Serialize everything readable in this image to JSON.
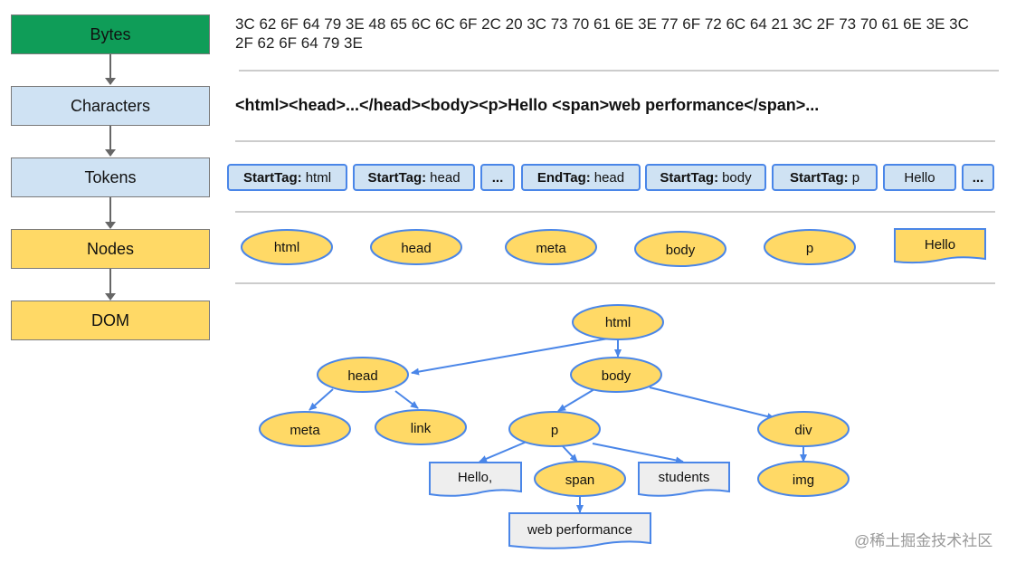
{
  "stages": [
    "Bytes",
    "Characters",
    "Tokens",
    "Nodes",
    "DOM"
  ],
  "bytes_text": "3C 62 6F 64 79 3E 48 65 6C 6C 6F 2C 20 3C 73 70 61 6E 3E 77 6F 72 6C 64 21 3C 2F 73 70 61 6E 3E 3C 2F 62 6F 64 79 3E",
  "characters_text": "<html><head>...</head><body><p>Hello <span>web performance</span>...",
  "tokens": [
    {
      "kind": "StartTag:",
      "value": "html"
    },
    {
      "kind": "StartTag:",
      "value": "head"
    },
    {
      "kind": "",
      "value": "..."
    },
    {
      "kind": "EndTag:",
      "value": "head"
    },
    {
      "kind": "StartTag:",
      "value": "body"
    },
    {
      "kind": "StartTag:",
      "value": "p"
    },
    {
      "kind": "",
      "value": "Hello"
    },
    {
      "kind": "",
      "value": "..."
    }
  ],
  "nodes": [
    "html",
    "head",
    "meta",
    "body",
    "p",
    "Hello"
  ],
  "dom_tree": {
    "html": "html",
    "head": "head",
    "meta": "meta",
    "link": "link",
    "body": "body",
    "p": "p",
    "div": "div",
    "img": "img",
    "text_hello": "Hello,",
    "span": "span",
    "text_students": "students",
    "text_web_performance": "web performance"
  },
  "watermark": "@稀土掘金技术社区",
  "colors": {
    "bytes_stage": "#0f9d58",
    "blue_stage": "#cfe2f3",
    "yellow_stage": "#ffd966",
    "node_fill": "#ffd966",
    "node_stroke": "#4a86e8",
    "text_node_fill": "#eeeeee",
    "edge": "#4a86e8"
  }
}
